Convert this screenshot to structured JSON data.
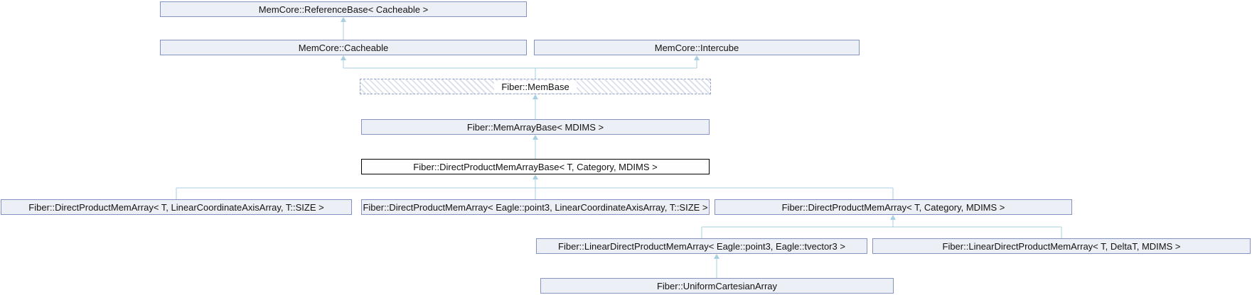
{
  "diagram": {
    "title": "Inheritance graph for Fiber::DirectProductMemArrayBase< T, Category, MDIMS >",
    "type": "class-inheritance-diagram",
    "colors": {
      "node_fill": "#edeff7",
      "node_border": "#8593c3",
      "current_node_border": "#000000",
      "hatch_stripe": "#dde1ee",
      "edge_line": "#a7cfe0",
      "text": "#131313",
      "background": "#ffffff"
    },
    "nodes": [
      {
        "id": "memcore-referencebase",
        "label": "MemCore::ReferenceBase< Cacheable >",
        "kind": "class"
      },
      {
        "id": "memcore-cacheable",
        "label": "MemCore::Cacheable",
        "kind": "class"
      },
      {
        "id": "memcore-intercube",
        "label": "MemCore::Intercube",
        "kind": "class"
      },
      {
        "id": "fiber-membase",
        "label": "Fiber::MemBase",
        "kind": "undocumented"
      },
      {
        "id": "fiber-memarraybase",
        "label": "Fiber::MemArrayBase< MDIMS >",
        "kind": "class"
      },
      {
        "id": "fiber-directproductmemarraybase",
        "label": "Fiber::DirectProductMemArrayBase< T, Category, MDIMS >",
        "kind": "current"
      },
      {
        "id": "directproductmemarray-linearcoordinateaxisarray",
        "label": "Fiber::DirectProductMemArray< T, LinearCoordinateAxisArray, T::SIZE >",
        "kind": "class"
      },
      {
        "id": "directproductmemarray-point3-linearcoordinateaxisarray",
        "label": "Fiber::DirectProductMemArray< Eagle::point3, LinearCoordinateAxisArray, T::SIZE >",
        "kind": "class"
      },
      {
        "id": "directproductmemarray-t-category-mdims",
        "label": "Fiber::DirectProductMemArray< T, Category, MDIMS >",
        "kind": "class"
      },
      {
        "id": "lineardirectproductmemarray-point3-tvector3",
        "label": "Fiber::LinearDirectProductMemArray< Eagle::point3, Eagle::tvector3 >",
        "kind": "class"
      },
      {
        "id": "lineardirectproductmemarray-t-deltat-mdims",
        "label": "Fiber::LinearDirectProductMemArray< T, DeltaT, MDIMS >",
        "kind": "class"
      },
      {
        "id": "fiber-uniformcartesianarray",
        "label": "Fiber::UniformCartesianArray",
        "kind": "class"
      }
    ],
    "edges": [
      {
        "from": "memcore-cacheable",
        "to": "memcore-referencebase",
        "type": "public-inheritance"
      },
      {
        "from": "fiber-membase",
        "to": "memcore-cacheable",
        "type": "public-inheritance"
      },
      {
        "from": "fiber-membase",
        "to": "memcore-intercube",
        "type": "public-inheritance"
      },
      {
        "from": "fiber-memarraybase",
        "to": "fiber-membase",
        "type": "public-inheritance"
      },
      {
        "from": "fiber-directproductmemarraybase",
        "to": "fiber-memarraybase",
        "type": "public-inheritance"
      },
      {
        "from": "directproductmemarray-linearcoordinateaxisarray",
        "to": "fiber-directproductmemarraybase",
        "type": "public-inheritance"
      },
      {
        "from": "directproductmemarray-point3-linearcoordinateaxisarray",
        "to": "fiber-directproductmemarraybase",
        "type": "public-inheritance"
      },
      {
        "from": "directproductmemarray-t-category-mdims",
        "to": "fiber-directproductmemarraybase",
        "type": "public-inheritance"
      },
      {
        "from": "lineardirectproductmemarray-point3-tvector3",
        "to": "directproductmemarray-t-category-mdims",
        "type": "public-inheritance"
      },
      {
        "from": "lineardirectproductmemarray-t-deltat-mdims",
        "to": "directproductmemarray-t-category-mdims",
        "type": "public-inheritance"
      },
      {
        "from": "fiber-uniformcartesianarray",
        "to": "lineardirectproductmemarray-point3-tvector3",
        "type": "public-inheritance"
      }
    ]
  }
}
